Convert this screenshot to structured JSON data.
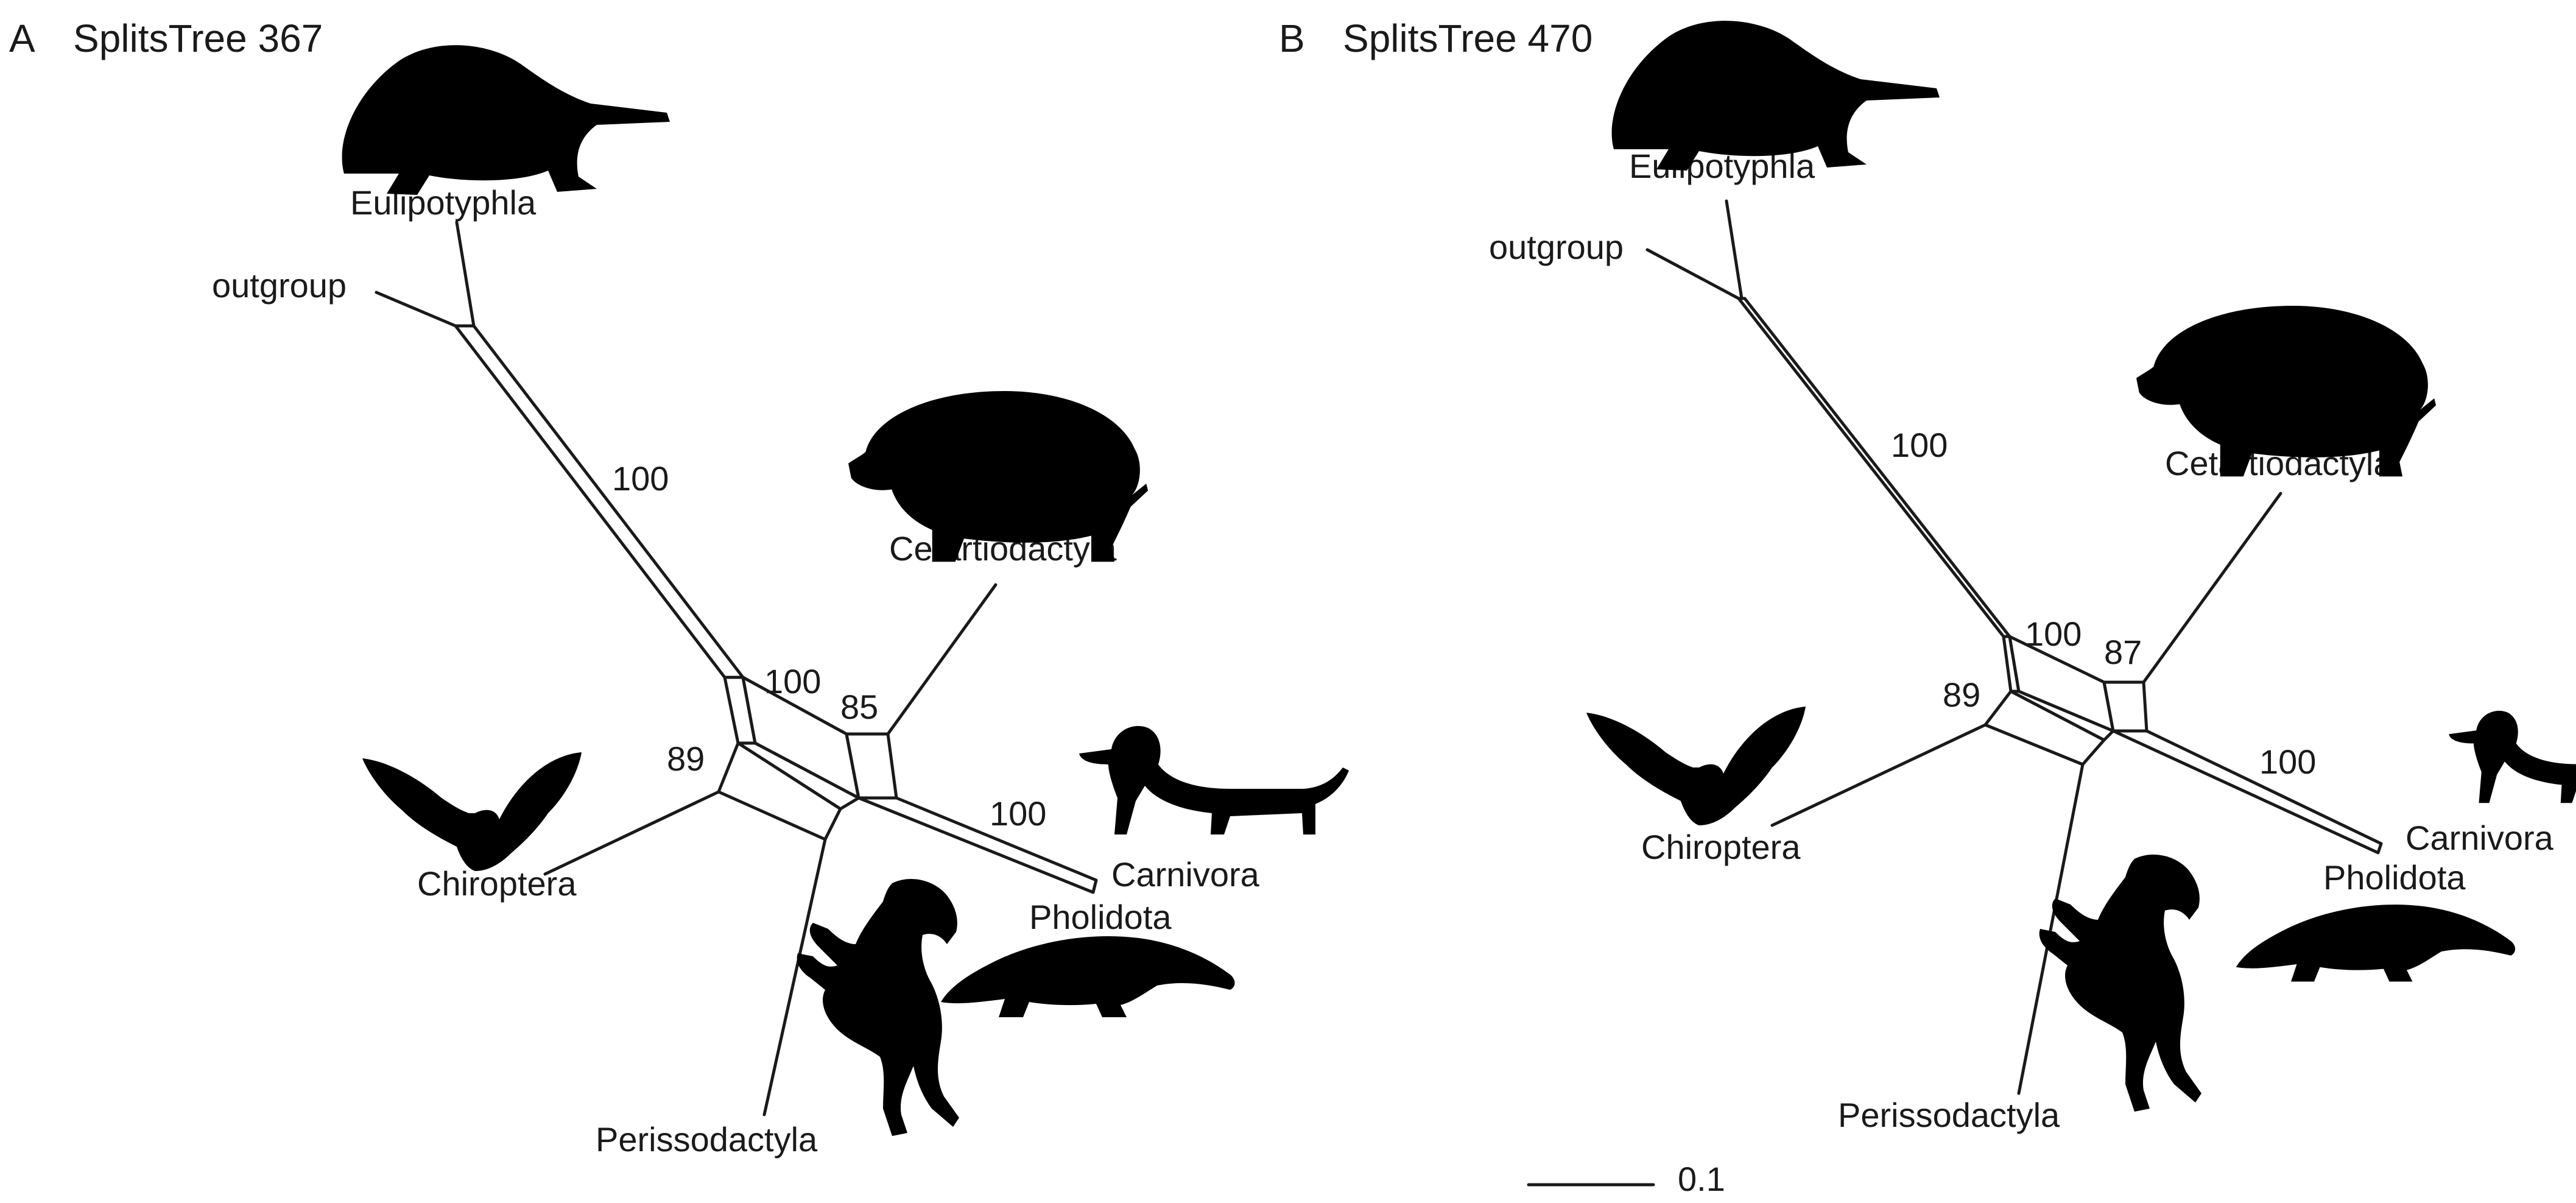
{
  "panels": [
    {
      "letter": "A",
      "title": "SplitsTree 367",
      "taxa": {
        "eulipotyphla": "Eulipotyphla",
        "outgroup": "outgroup",
        "cetartiodactyla": "Cetartiodactyla",
        "chiroptera": "Chiroptera",
        "carnivora": "Carnivora",
        "pholidota": "Pholidota",
        "perissodactyla": "Perissodactyla"
      },
      "support": {
        "eulipotyphla_outgroup": "100",
        "upper_box": "100",
        "cetartiodactyla_box": "85",
        "chiroptera_box": "89",
        "carnivora_pholidota": "100"
      }
    },
    {
      "letter": "B",
      "title": "SplitsTree 470",
      "taxa": {
        "eulipotyphla": "Eulipotyphla",
        "outgroup": "outgroup",
        "cetartiodactyla": "Cetartiodactyla",
        "chiroptera": "Chiroptera",
        "carnivora": "Carnivora",
        "pholidota": "Pholidota",
        "perissodactyla": "Perissodactyla"
      },
      "support": {
        "eulipotyphla_outgroup": "100",
        "upper_box": "100",
        "cetartiodactyla_box": "87",
        "chiroptera_box": "89",
        "carnivora_pholidota": "100"
      }
    }
  ],
  "scale_bar": {
    "label": "0.1"
  },
  "icons": [
    "shrew-silhouette-icon",
    "pig-silhouette-icon",
    "bat-silhouette-icon",
    "dog-silhouette-icon",
    "pangolin-silhouette-icon",
    "horse-silhouette-icon"
  ]
}
